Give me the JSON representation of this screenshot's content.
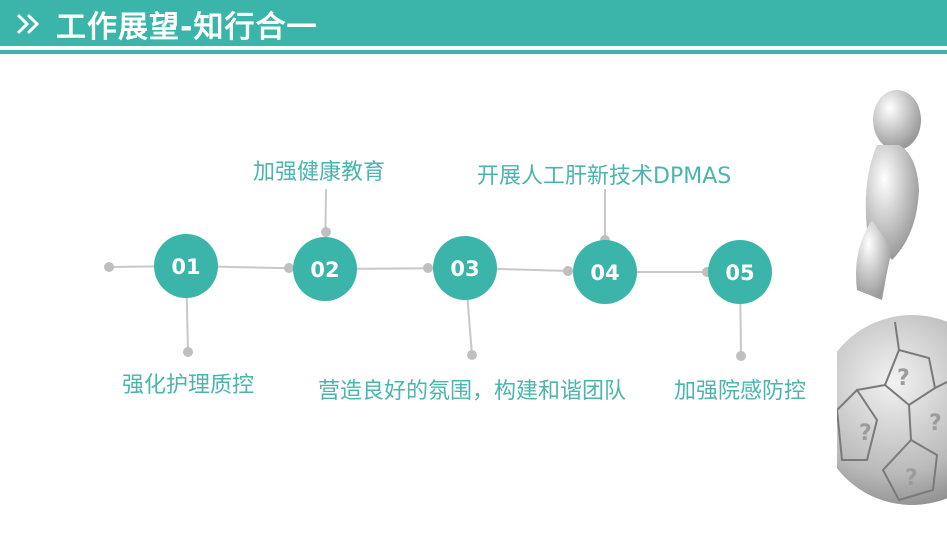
{
  "header": {
    "title": "工作展望-知行合一",
    "icon": "double-chevron-right-icon",
    "color": "#3bb4a9"
  },
  "timeline": {
    "circle_color": "#3bb4a9",
    "connector_color": "#c8c8c8",
    "label_color": "#4ab5ad",
    "steps": [
      {
        "number": "01",
        "label": "强化护理质控"
      },
      {
        "number": "02",
        "label": "加强健康教育"
      },
      {
        "number": "03",
        "label": "营造良好的氛围，构建和谐团队"
      },
      {
        "number": "04",
        "label": "开展人工肝新技术DPMAS"
      },
      {
        "number": "05",
        "label": "加强院感防控"
      }
    ]
  }
}
